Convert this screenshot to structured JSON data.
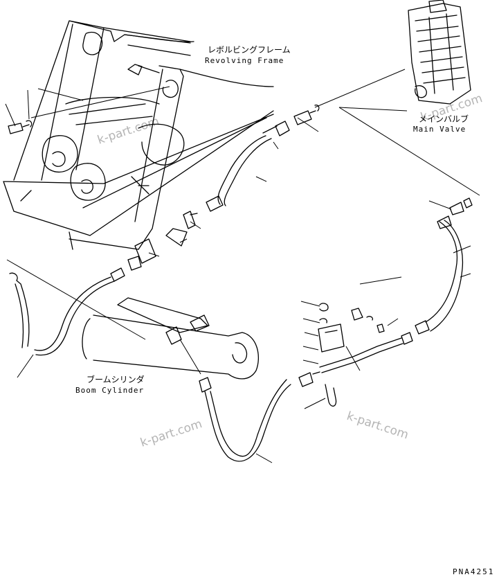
{
  "labels": {
    "revolving_frame_jp": "レボルビングフレーム",
    "revolving_frame_en": "Revolving Frame",
    "main_valve_jp": "メインバルブ",
    "main_valve_en": "Main Valve",
    "boom_cylinder_jp": "ブームシリンダ",
    "boom_cylinder_en": "Boom Cylinder"
  },
  "watermark": "k-part.com",
  "figure_code": "PNA4251"
}
